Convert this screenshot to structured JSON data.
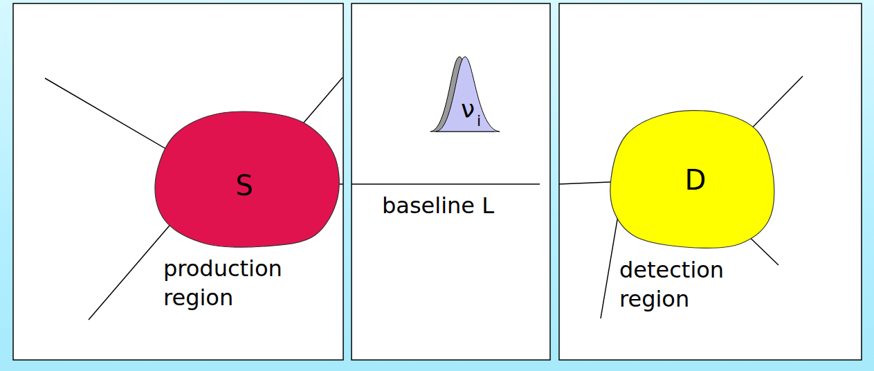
{
  "diagram": {
    "nodes": [
      {
        "text": [
          "S",
          "production region"
        ]
      },
      {
        "text": [
          "D",
          "detection region"
        ]
      }
    ],
    "labels": [
      "ν",
      "i",
      "baseline L"
    ]
  }
}
